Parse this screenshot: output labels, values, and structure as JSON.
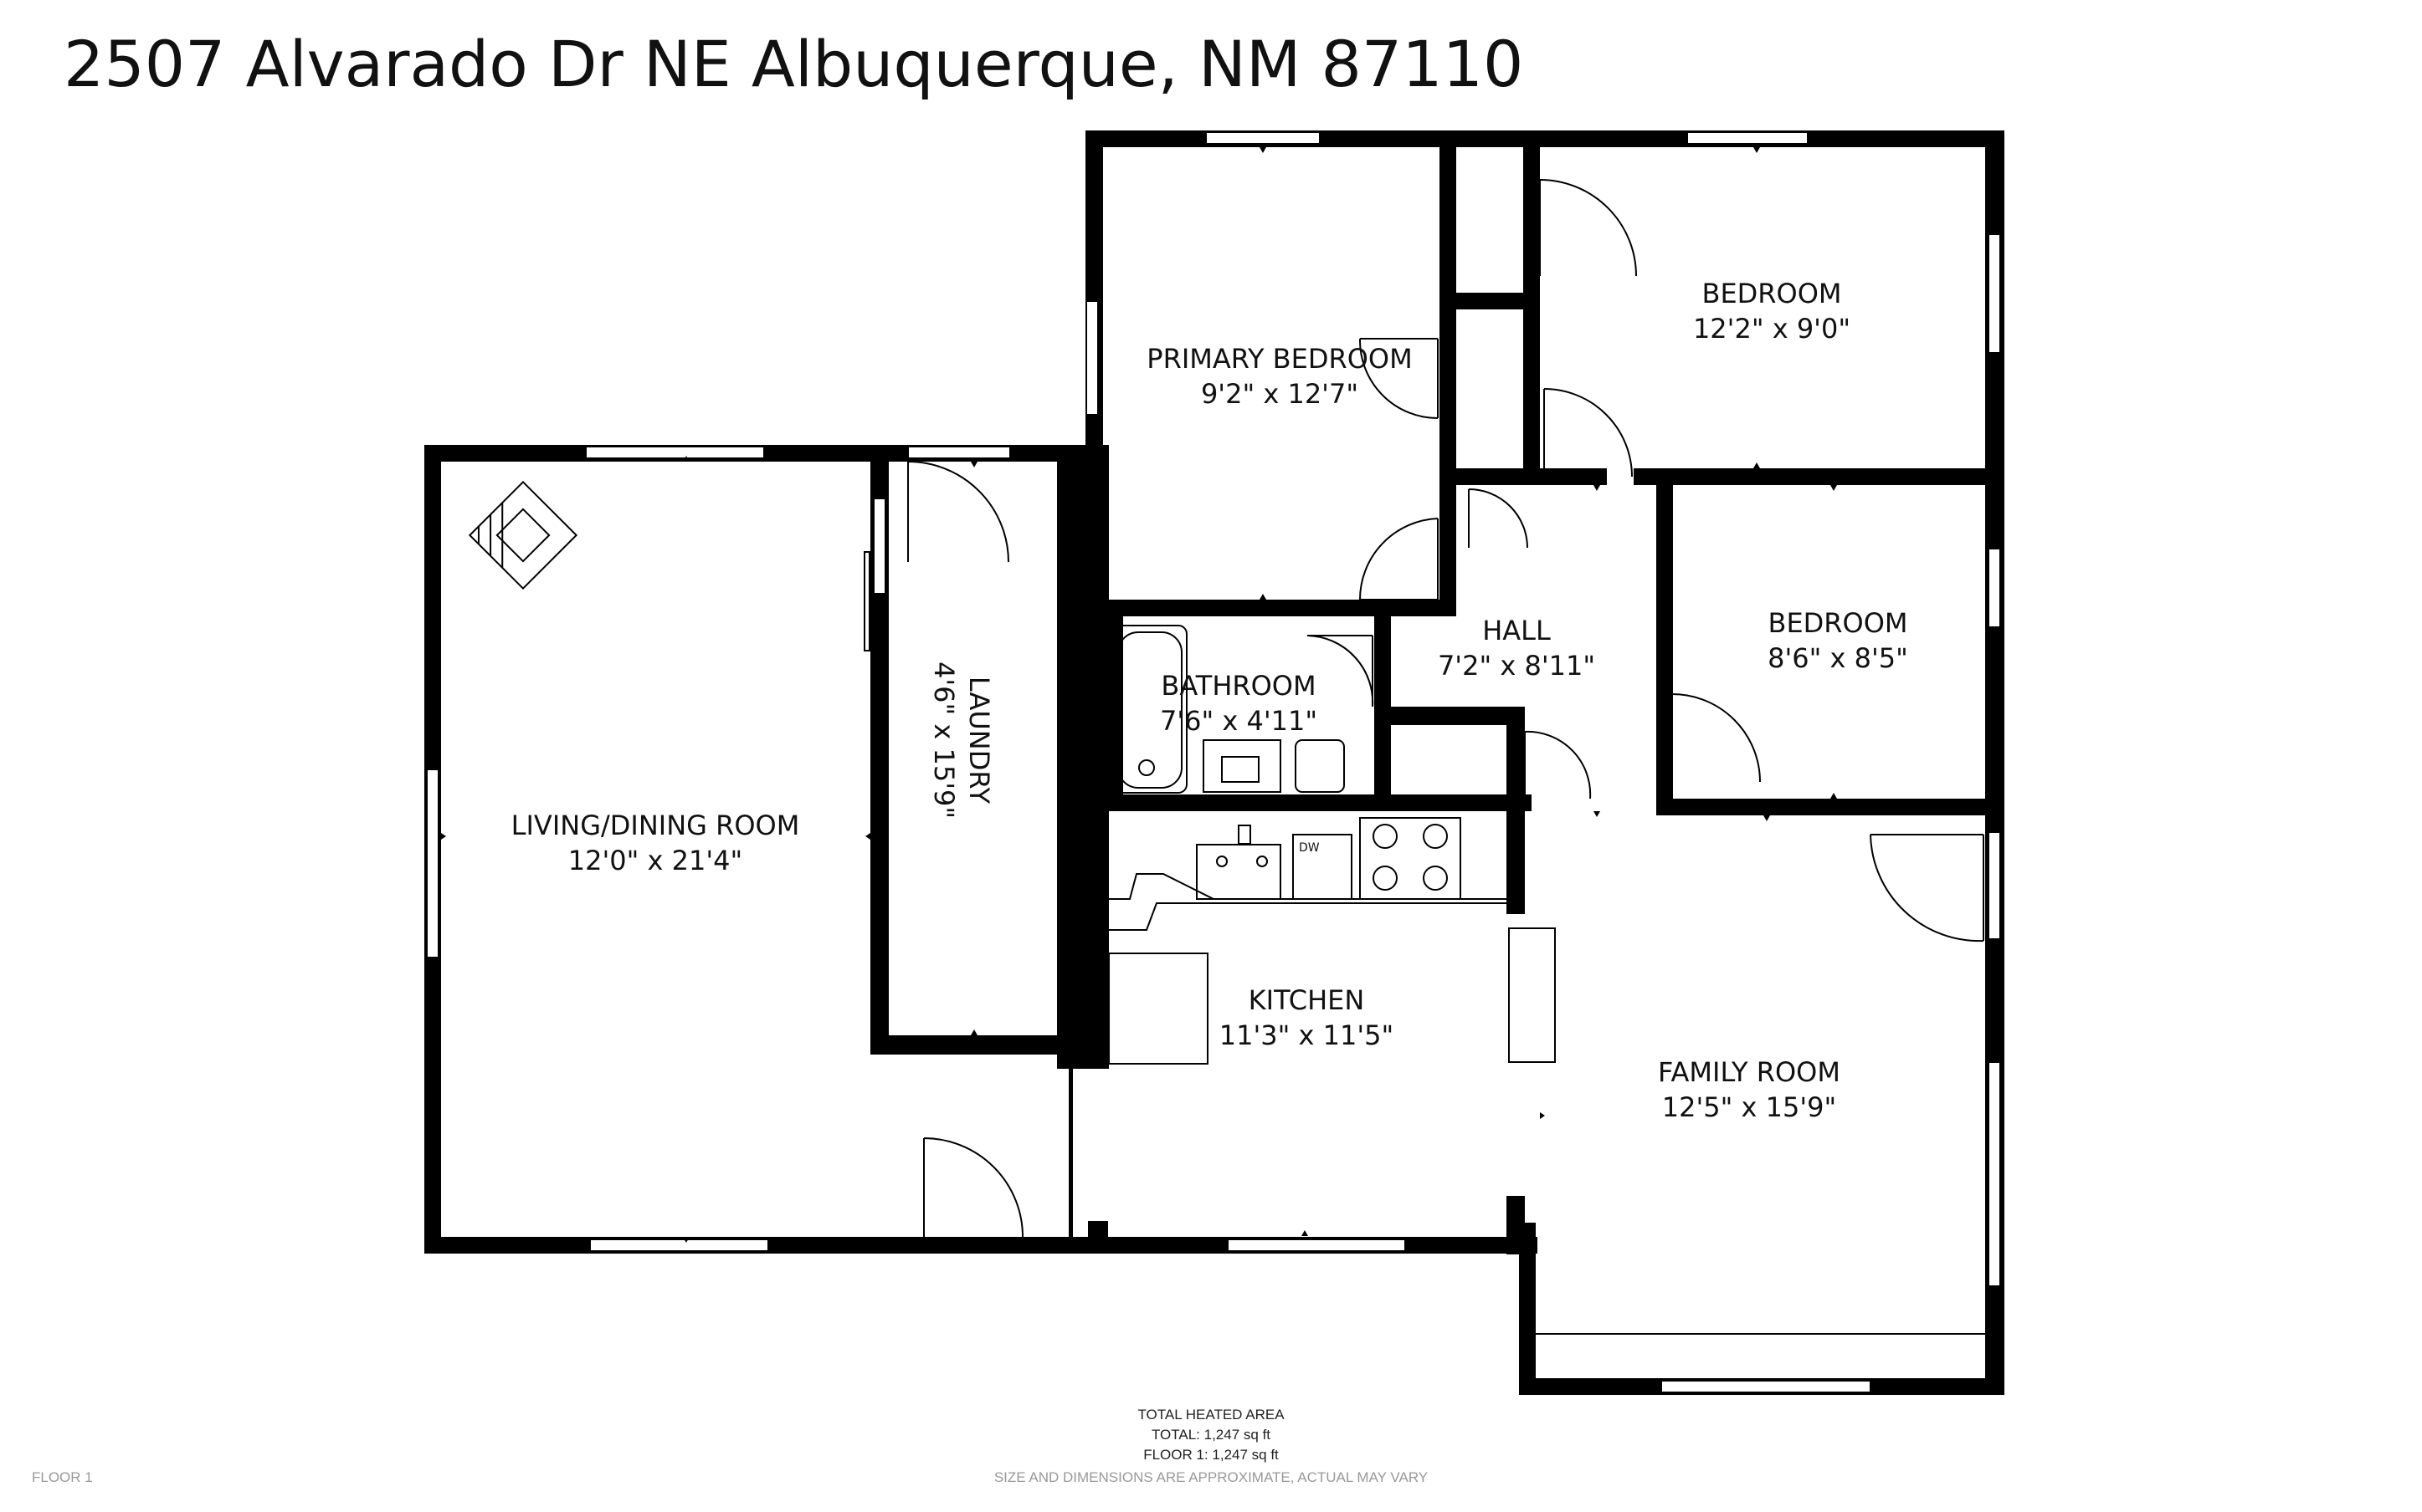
{
  "title": "2507 Alvarado Dr NE Albuquerque, NM 87110",
  "rooms": {
    "primary_bedroom": {
      "name": "PRIMARY BEDROOM",
      "size": "9'2\" x 12'7\""
    },
    "bedroom_1": {
      "name": "BEDROOM",
      "size": "12'2\" x 9'0\""
    },
    "bedroom_2": {
      "name": "BEDROOM",
      "size": "8'6\" x 8'5\""
    },
    "hall": {
      "name": "HALL",
      "size": "7'2\" x 8'11\""
    },
    "bathroom": {
      "name": "BATHROOM",
      "size": "7'6\" x 4'11\""
    },
    "laundry": {
      "name": "LAUNDRY",
      "size": "4'6\" x 15'9\""
    },
    "living_dining": {
      "name": "LIVING/DINING ROOM",
      "size": "12'0\" x 21'4\""
    },
    "kitchen": {
      "name": "KITCHEN",
      "size": "11'3\" x 11'5\""
    },
    "family_room": {
      "name": "FAMILY ROOM",
      "size": "12'5\" x 15'9\""
    }
  },
  "appliance_label": "DW",
  "footer": {
    "area_heading": "TOTAL HEATED AREA",
    "total": "TOTAL: 1,247 sq ft",
    "floor_area": "FLOOR 1: 1,247 sq ft",
    "disclaimer": "SIZE AND DIMENSIONS ARE APPROXIMATE, ACTUAL MAY VARY",
    "floor_label": "FLOOR 1"
  }
}
